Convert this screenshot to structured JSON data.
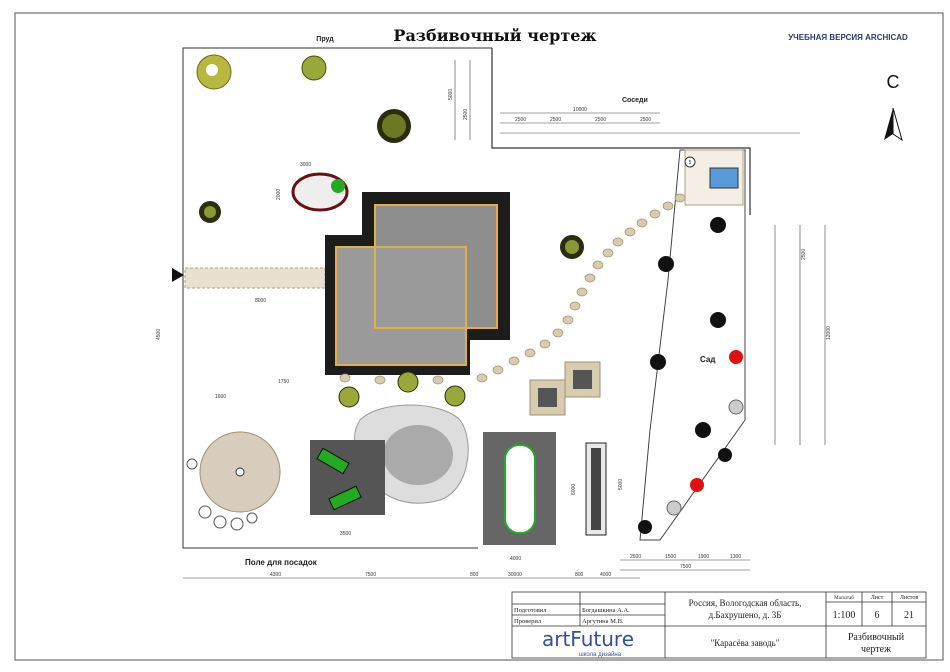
{
  "header": {
    "title": "Разбивочный чертеж",
    "watermark": "УЧЕБНАЯ ВЕРСИЯ ARCHICAD",
    "north_label": "С"
  },
  "plan": {
    "labels": {
      "pond": "Пруд",
      "neighbors": "Соседи",
      "garden": "Сад",
      "planting_field": "Поле для посадок"
    },
    "dimensions": {
      "top_total": "10000",
      "top_segments": [
        "2500",
        "2500",
        "2500",
        "2500"
      ],
      "left_vertical": "5000",
      "left_vertical_2": "2500",
      "bed_width": "3000",
      "bed_height": "2000",
      "path_len": "8000",
      "house_left": "4500",
      "small_1": "1750",
      "small_2": "1600",
      "patio": "3500",
      "garage_depth": "6000",
      "garage_width": "4000",
      "shed": "5000",
      "right_total": "12000",
      "right_seg": "2500",
      "bottom_dims": [
        "4300",
        "7500",
        "800",
        "30000",
        "800",
        "4000"
      ],
      "bottom_right": [
        "2500",
        "1500",
        "1900",
        "1300"
      ],
      "bottom_right_total": "7500"
    },
    "markers": {
      "well": "5"
    }
  },
  "title_block": {
    "prepared_label": "Подготовил",
    "prepared_name": "Богдашкина А.А.",
    "checked_label": "Проверил",
    "checked_name": "Аргутина М.В.",
    "address_line1": "Россия, Вологодская область,",
    "address_line2": "д.Бахрушено, д. 3Б",
    "scale_label": "Масштаб",
    "scale": "1:100",
    "sheet_label": "Лист",
    "sheet": "6",
    "sheets_label": "Листов",
    "sheets": "21",
    "project": "\"Карасёва заводь\"",
    "drawing_line1": "Разбивочный",
    "drawing_line2": "чертеж",
    "logo_text": "artFuture",
    "logo_sub": "школа дизайна"
  },
  "colors": {
    "accent": "#2a3a7a",
    "logo_orange": "#e8a030",
    "logo_blue": "#3050a0",
    "tree": "#9aa83a",
    "tree_dark": "#2c2c10",
    "red_plant": "#e01010",
    "green_car": "#22aa22"
  }
}
